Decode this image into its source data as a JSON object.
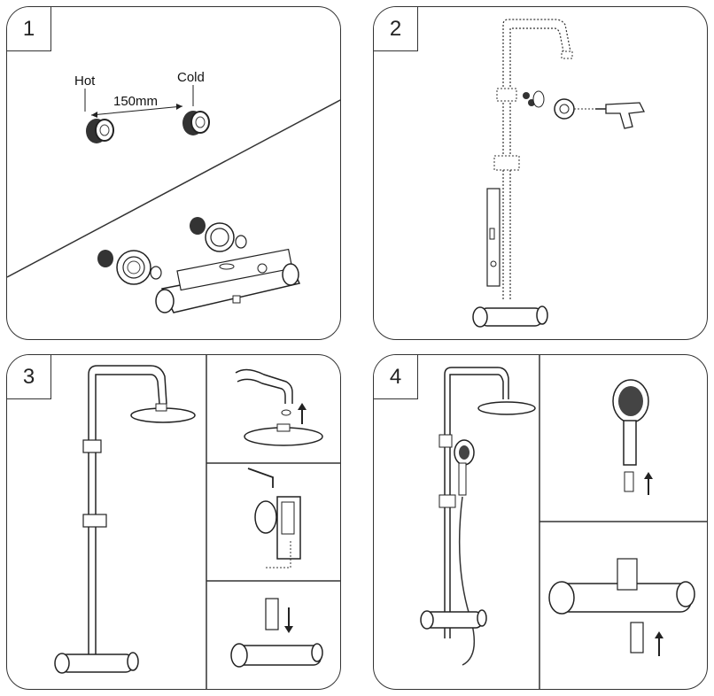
{
  "steps": [
    {
      "number": "1"
    },
    {
      "number": "2"
    },
    {
      "number": "3"
    },
    {
      "number": "4"
    }
  ],
  "step1": {
    "hot_label": "Hot",
    "cold_label": "Cold",
    "distance_label": "150mm"
  },
  "icons": [
    "hot-inlet-icon",
    "cold-inlet-icon",
    "thermostatic-mixer-icon",
    "wall-eccentric-icon",
    "drill-icon",
    "spirit-level-icon",
    "shower-column-icon",
    "shower-head-icon",
    "hex-key-icon",
    "hand-shower-icon",
    "hose-icon",
    "arrow-up-icon",
    "arrow-down-icon"
  ]
}
